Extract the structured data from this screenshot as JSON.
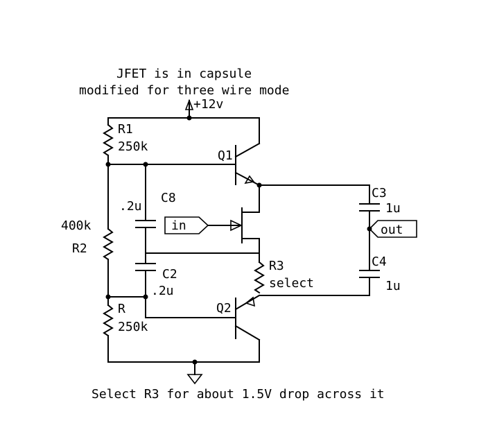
{
  "title": {
    "line1": "JFET is in capsule",
    "line2": "modified for three wire mode"
  },
  "supply": "+12v",
  "components": {
    "r1_name": "R1",
    "r1_value": "250k",
    "r2_name": "R2",
    "r2_value": "400k",
    "r_name": "R",
    "r_value": "250k",
    "r3_name": "R3",
    "r3_value": "select",
    "q1": "Q1",
    "q2": "Q2",
    "c8_name": "C8",
    "c8_value": ".2u",
    "c2_name": "C2",
    "c2_value": ".2u",
    "c3_name": "C3",
    "c3_value": "1u",
    "c4_name": "C4",
    "c4_value": "1u"
  },
  "ports": {
    "input": "in",
    "output": "out"
  },
  "note": "Select R3 for about 1.5V drop across it",
  "colors": {
    "ink": "#000000",
    "background": "#ffffff"
  }
}
